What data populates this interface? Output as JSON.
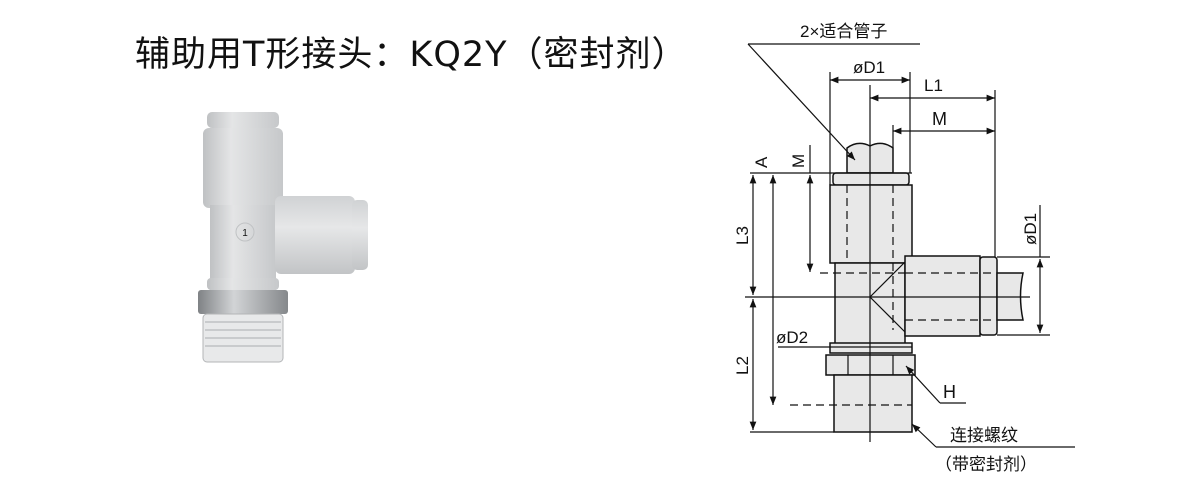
{
  "title": "辅助用T形接头：KQ2Y（密封剂）",
  "photo": {
    "port_marking": "1"
  },
  "drawing": {
    "tube_callout": "2×适合管子",
    "dim_od1_top": "øD1",
    "dim_l1": "L1",
    "dim_m_horizontal": "M",
    "dim_a": "A",
    "dim_m_vertical": "M",
    "dim_l3": "L3",
    "dim_l2": "L2",
    "dim_od2": "øD2",
    "dim_od1_side": "øD1",
    "hex_label": "H",
    "thread_label": "连接螺纹",
    "thread_note": "（带密封剂）"
  },
  "colors": {
    "body": "#d9dadc",
    "hex": "#a9abad",
    "thread": "#e9eaeb"
  }
}
